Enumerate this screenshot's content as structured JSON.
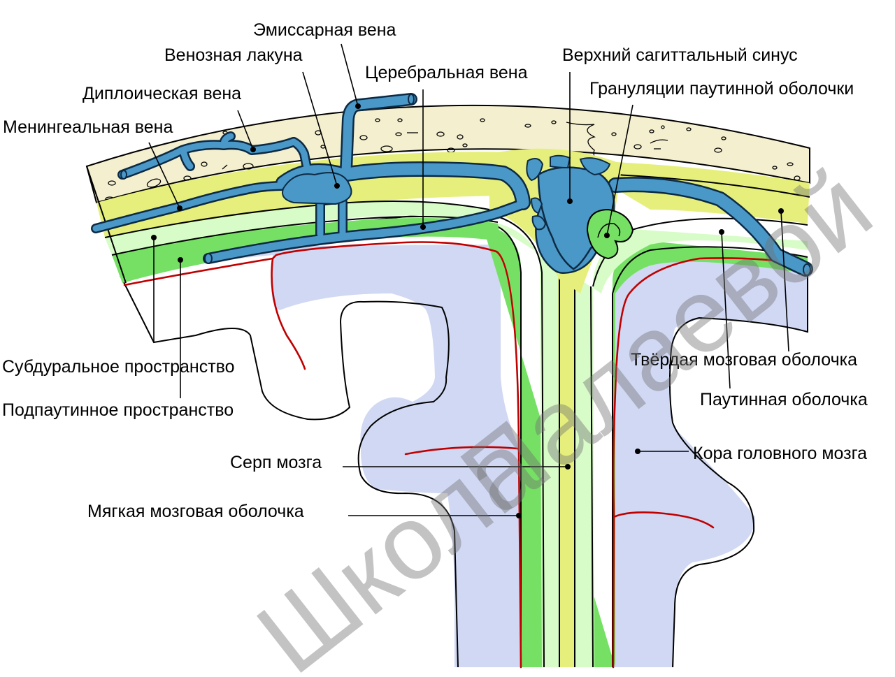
{
  "colors": {
    "bone": "#f3efcf",
    "dura": "#e6ef7c",
    "subdural": "#d8fcc8",
    "subarachnoid": "#76e065",
    "cortex": "#d0d8f3",
    "vein": "#4a98c8",
    "pia": "#c00000"
  },
  "labels": {
    "emissary_vein": "Эмиссарная вена",
    "venous_lacuna": "Венозная лакуна",
    "cerebral_vein": "Церебральная вена",
    "sup_sagittal_sinus": "Верхний сагиттальный синус",
    "diploic_vein": "Диплоическая вена",
    "arachnoid_granulations": "Грануляции паутинной оболочки",
    "meningeal_vein": "Менингеальная вена",
    "subdural_space": "Субдуральное пространство",
    "subarachnoid_space": "Подпаутинное пространство",
    "dura_mater": "Твёрдая мозговая оболочка",
    "arachnoid_mater": "Паутинная оболочка",
    "falx_cerebri": "Серп мозга",
    "cerebral_cortex": "Кора головного мозга",
    "pia_mater": "Мягкая мозговая оболочка"
  },
  "watermark": {
    "line1": "Школа",
    "line2": "Палаевой"
  }
}
